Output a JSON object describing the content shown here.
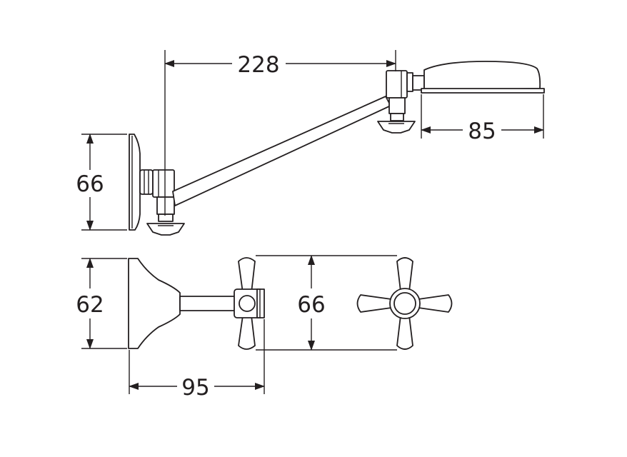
{
  "dimensions": {
    "arm_reach": "228",
    "head_width": "85",
    "flange_height_side": "66",
    "flange_height_top": "62",
    "handle_span": "66",
    "projection": "95"
  },
  "colors": {
    "line": "#231f20",
    "background": "#ffffff"
  }
}
